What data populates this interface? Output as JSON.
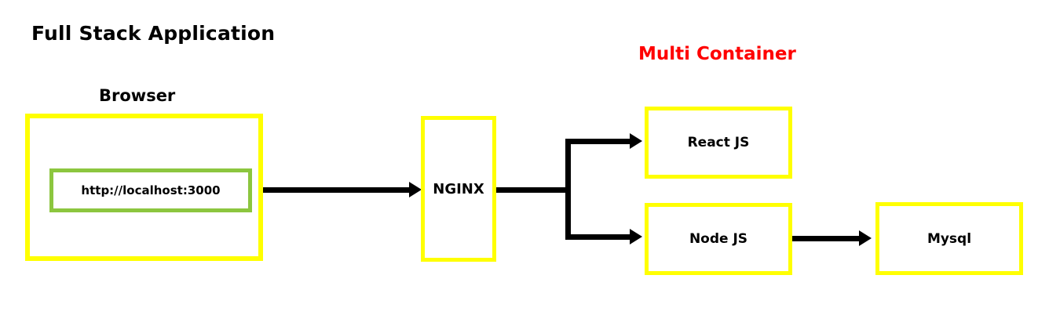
{
  "diagram": {
    "title": "Full Stack Application",
    "group_title": "Multi Container",
    "browser": {
      "label": "Browser",
      "url": "http://localhost:3000"
    },
    "nodes": {
      "nginx": "NGINX",
      "react": "React JS",
      "node": "Node JS",
      "mysql": "Mysql"
    },
    "colors": {
      "box_border": "#ffff00",
      "url_border": "#8cc63f",
      "group_title": "#ff0000",
      "connector": "#000000",
      "text": "#000000",
      "background": "#ffffff"
    }
  }
}
